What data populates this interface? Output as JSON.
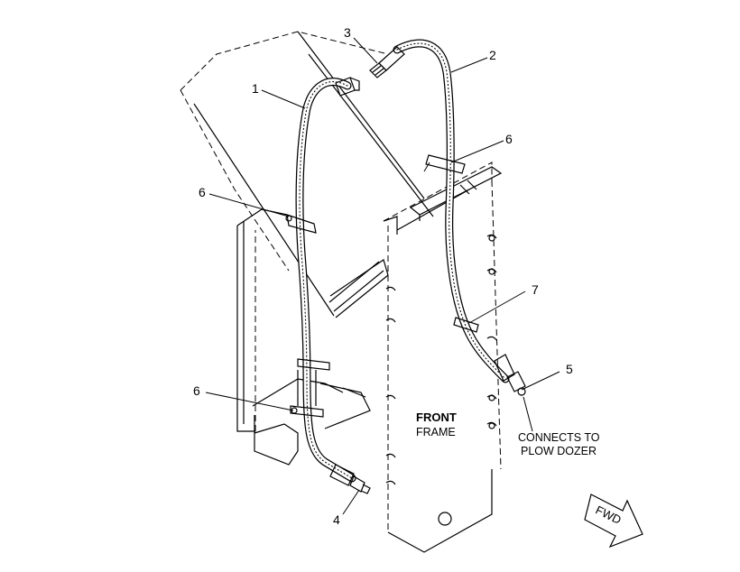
{
  "diagram": {
    "callouts": [
      {
        "id": "1",
        "text": "1"
      },
      {
        "id": "2",
        "text": "2"
      },
      {
        "id": "3",
        "text": "3"
      },
      {
        "id": "4",
        "text": "4"
      },
      {
        "id": "5",
        "text": "5"
      },
      {
        "id": "6a",
        "text": "6"
      },
      {
        "id": "6b",
        "text": "6"
      },
      {
        "id": "6c",
        "text": "6"
      },
      {
        "id": "7",
        "text": "7"
      }
    ],
    "front_frame": {
      "line1": "FRONT",
      "line2": "FRAME"
    },
    "connects": {
      "line1": "CONNECTS TO",
      "line2": "PLOW DOZER"
    },
    "fwd_label": "FWD"
  }
}
